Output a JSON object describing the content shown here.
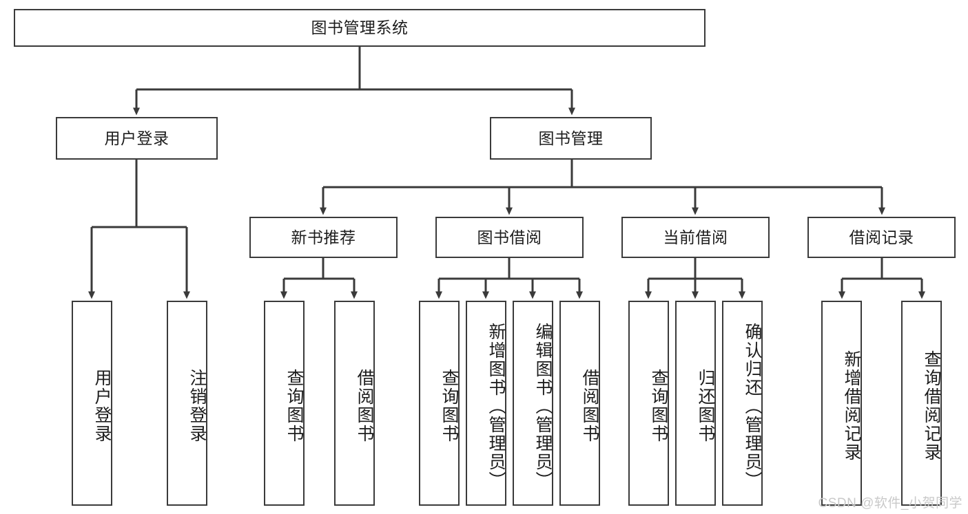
{
  "diagram": {
    "type": "tree-hierarchy",
    "title": "图书管理系统",
    "watermark": "CSDN @软件_小贺同学",
    "colors": {
      "box_border": "#3a3a3a",
      "box_fill": "#ffffff",
      "line": "#3a3a3a",
      "text": "#1d1d1d",
      "watermark": "#c9c9c9"
    },
    "nodes": {
      "root": {
        "label": "图书管理系统",
        "level": 1,
        "orientation": "horizontal"
      },
      "l2": [
        {
          "label": "用户登录",
          "orientation": "horizontal"
        },
        {
          "label": "图书管理",
          "orientation": "horizontal"
        }
      ],
      "l3": [
        {
          "label": "新书推荐",
          "orientation": "horizontal"
        },
        {
          "label": "图书借阅",
          "orientation": "horizontal"
        },
        {
          "label": "当前借阅",
          "orientation": "horizontal"
        },
        {
          "label": "借阅记录",
          "orientation": "horizontal"
        }
      ],
      "leaves": {
        "user_login": [
          {
            "label": "用户登录",
            "orientation": "vertical"
          },
          {
            "label": "注销登录",
            "orientation": "vertical"
          }
        ],
        "new_book_recommend": [
          {
            "label": "查询图书",
            "orientation": "vertical"
          },
          {
            "label": "借阅图书",
            "orientation": "vertical"
          }
        ],
        "book_borrow": [
          {
            "label": "查询图书",
            "orientation": "vertical"
          },
          {
            "label": "新增图书（管理员）",
            "orientation": "vertical"
          },
          {
            "label": "编辑图书（管理员）",
            "orientation": "vertical"
          },
          {
            "label": "借阅图书",
            "orientation": "vertical"
          }
        ],
        "current_borrow": [
          {
            "label": "查询图书",
            "orientation": "vertical"
          },
          {
            "label": "归还图书",
            "orientation": "vertical"
          },
          {
            "label": "确认归还（管理员）",
            "orientation": "vertical"
          }
        ],
        "borrow_record": [
          {
            "label": "新增借阅记录",
            "orientation": "vertical"
          },
          {
            "label": "查询借阅记录",
            "orientation": "vertical"
          }
        ]
      }
    }
  }
}
